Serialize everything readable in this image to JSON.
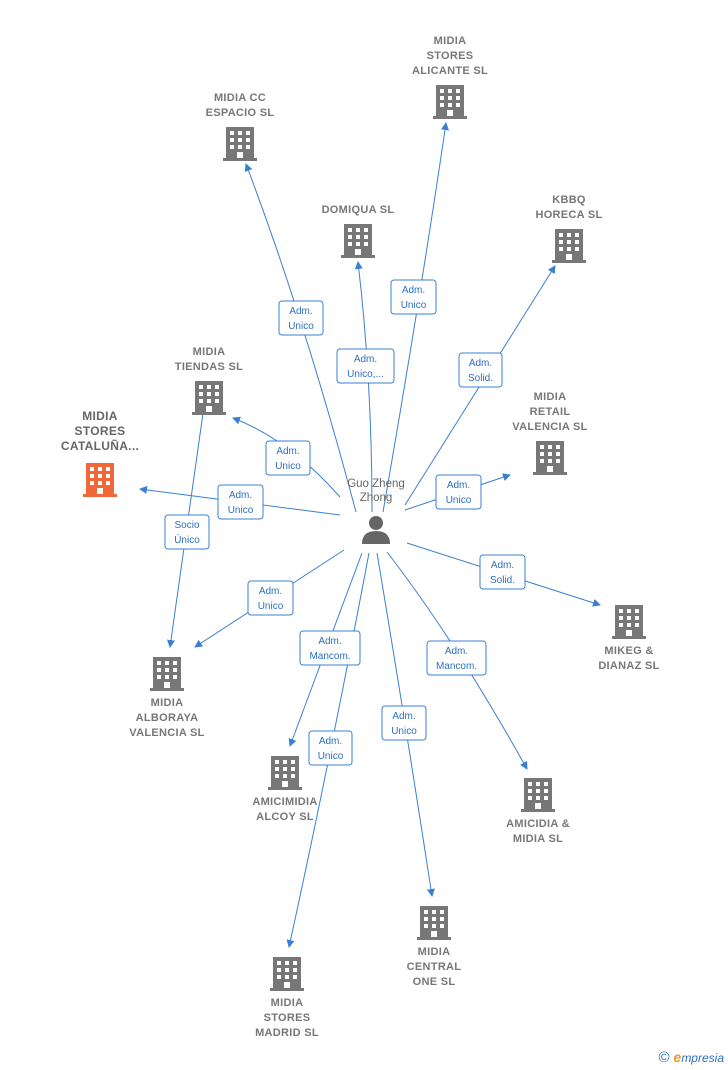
{
  "center": {
    "name_lines": [
      "Guo Zheng",
      "Zhong"
    ]
  },
  "colors": {
    "edge": "#3a80d2",
    "building": "#777777",
    "building_highlight": "#f0683a"
  },
  "companies": [
    {
      "id": "midia-stores-alicante",
      "lines": [
        "MIDIA",
        "STORES",
        "ALICANTE  SL"
      ],
      "highlight": false
    },
    {
      "id": "midia-cc-espacio",
      "lines": [
        "MIDIA CC",
        "ESPACIO  SL"
      ],
      "highlight": false
    },
    {
      "id": "domiqua",
      "lines": [
        "DOMIQUA SL"
      ],
      "highlight": false
    },
    {
      "id": "kbbq-horeca",
      "lines": [
        "KBBQ",
        "HORECA  SL"
      ],
      "highlight": false
    },
    {
      "id": "midia-tiendas",
      "lines": [
        "MIDIA",
        "TIENDAS  SL"
      ],
      "highlight": false
    },
    {
      "id": "midia-stores-cataluna",
      "lines": [
        "MIDIA",
        "STORES",
        "CATALUÑA..."
      ],
      "highlight": true
    },
    {
      "id": "midia-retail-valencia",
      "lines": [
        "MIDIA",
        "RETAIL",
        "VALENCIA  SL"
      ],
      "highlight": false
    },
    {
      "id": "mikeg-dianaz",
      "lines": [
        "MIKEG &",
        "DIANAZ SL"
      ],
      "highlight": false
    },
    {
      "id": "midia-alboraya-valencia",
      "lines": [
        "MIDIA",
        "ALBORAYA",
        "VALENCIA  SL"
      ],
      "highlight": false
    },
    {
      "id": "amicimidia-alcoy",
      "lines": [
        "AMICIMIDIA",
        "ALCOY  SL"
      ],
      "highlight": false
    },
    {
      "id": "amicidia-midia",
      "lines": [
        "AMICIDIA &",
        "MIDIA  SL"
      ],
      "highlight": false
    },
    {
      "id": "midia-central-one",
      "lines": [
        "MIDIA",
        "CENTRAL",
        "ONE  SL"
      ],
      "highlight": false
    },
    {
      "id": "midia-stores-madrid",
      "lines": [
        "MIDIA",
        "STORES",
        "MADRID  SL"
      ],
      "highlight": false
    }
  ],
  "relations": [
    {
      "id": "rel-alicante",
      "lines": [
        "Adm.",
        "Unico"
      ]
    },
    {
      "id": "rel-espacio",
      "lines": [
        "Adm.",
        "Unico"
      ]
    },
    {
      "id": "rel-domiqua",
      "lines": [
        "Adm.",
        "Unico,..."
      ]
    },
    {
      "id": "rel-kbbq",
      "lines": [
        "Adm.",
        "Solid."
      ]
    },
    {
      "id": "rel-tiendas",
      "lines": [
        "Adm.",
        "Unico"
      ]
    },
    {
      "id": "rel-cataluna",
      "lines": [
        "Adm.",
        "Unico"
      ]
    },
    {
      "id": "rel-tiendas-alboraya",
      "lines": [
        "Socio",
        "Único"
      ]
    },
    {
      "id": "rel-retail",
      "lines": [
        "Adm.",
        "Unico"
      ]
    },
    {
      "id": "rel-mikeg",
      "lines": [
        "Adm.",
        "Solid."
      ]
    },
    {
      "id": "rel-alboraya",
      "lines": [
        "Adm.",
        "Unico"
      ]
    },
    {
      "id": "rel-alcoy",
      "lines": [
        "Adm.",
        "Mancom."
      ]
    },
    {
      "id": "rel-amicidia",
      "lines": [
        "Adm.",
        "Mancom."
      ]
    },
    {
      "id": "rel-madrid",
      "lines": [
        "Adm.",
        "Unico"
      ]
    },
    {
      "id": "rel-central",
      "lines": [
        "Adm.",
        "Unico"
      ]
    }
  ],
  "footer": {
    "symbol": "©",
    "brand_initial": "e",
    "brand_rest": "mpresia"
  }
}
